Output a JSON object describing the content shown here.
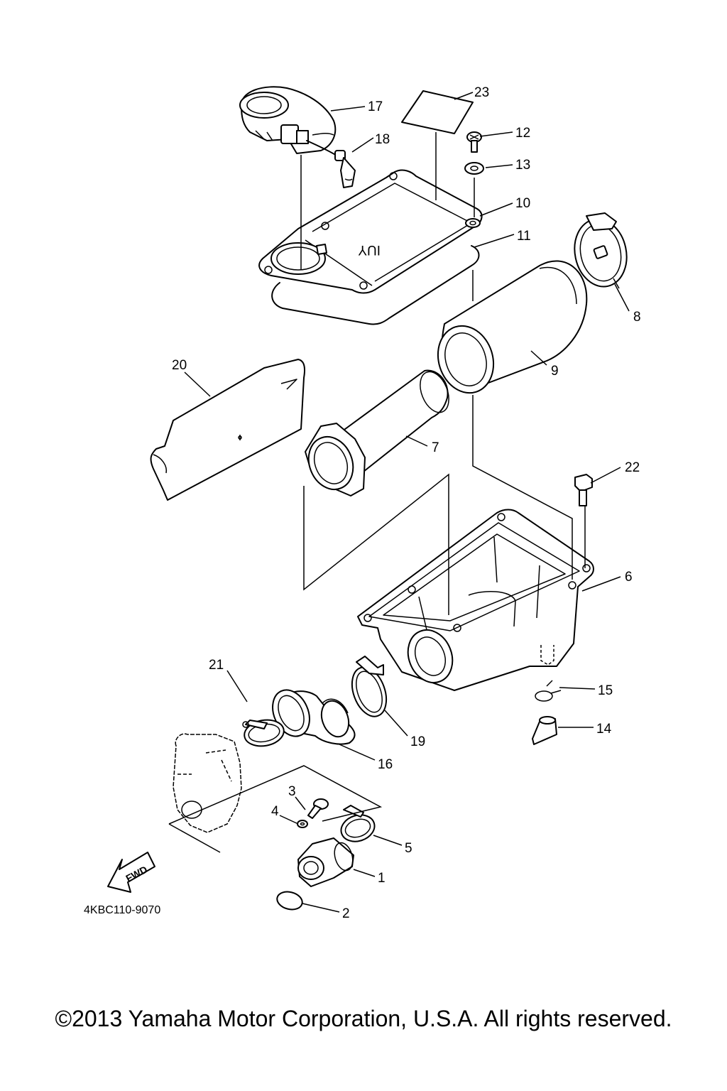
{
  "diagram_code": "4KBC110-9070",
  "fwd_label": "FWD",
  "copyright": "©2013 Yamaha Motor Corporation, U.S.A. All rights reserved.",
  "parts": [
    {
      "id": "p1",
      "label": "1",
      "part": "joint-air-filter"
    },
    {
      "id": "p2",
      "label": "2",
      "part": "o-ring"
    },
    {
      "id": "p3",
      "label": "3",
      "part": "bolt"
    },
    {
      "id": "p4",
      "label": "4",
      "part": "washer"
    },
    {
      "id": "p5",
      "label": "5",
      "part": "clamp"
    },
    {
      "id": "p6",
      "label": "6",
      "part": "air-filter-case"
    },
    {
      "id": "p7",
      "label": "7",
      "part": "air-filter-holder"
    },
    {
      "id": "p8",
      "label": "8",
      "part": "end-cap"
    },
    {
      "id": "p9",
      "label": "9",
      "part": "filter-element"
    },
    {
      "id": "p10",
      "label": "10",
      "part": "grommet"
    },
    {
      "id": "p11",
      "label": "11",
      "part": "gasket"
    },
    {
      "id": "p12",
      "label": "12",
      "part": "screw"
    },
    {
      "id": "p13",
      "label": "13",
      "part": "washer"
    },
    {
      "id": "p14",
      "label": "14",
      "part": "drain-plug"
    },
    {
      "id": "p15",
      "label": "15",
      "part": "clip"
    },
    {
      "id": "p16",
      "label": "16",
      "part": "joint-hose"
    },
    {
      "id": "p17",
      "label": "17",
      "part": "intake-duct"
    },
    {
      "id": "p18",
      "label": "18",
      "part": "breather-hose"
    },
    {
      "id": "p19",
      "label": "19",
      "part": "clamp"
    },
    {
      "id": "p20",
      "label": "20",
      "part": "pre-filter-sheet"
    },
    {
      "id": "p21",
      "label": "21",
      "part": "clamp"
    },
    {
      "id": "p22",
      "label": "22",
      "part": "bolt"
    },
    {
      "id": "p23",
      "label": "23",
      "part": "label"
    }
  ]
}
